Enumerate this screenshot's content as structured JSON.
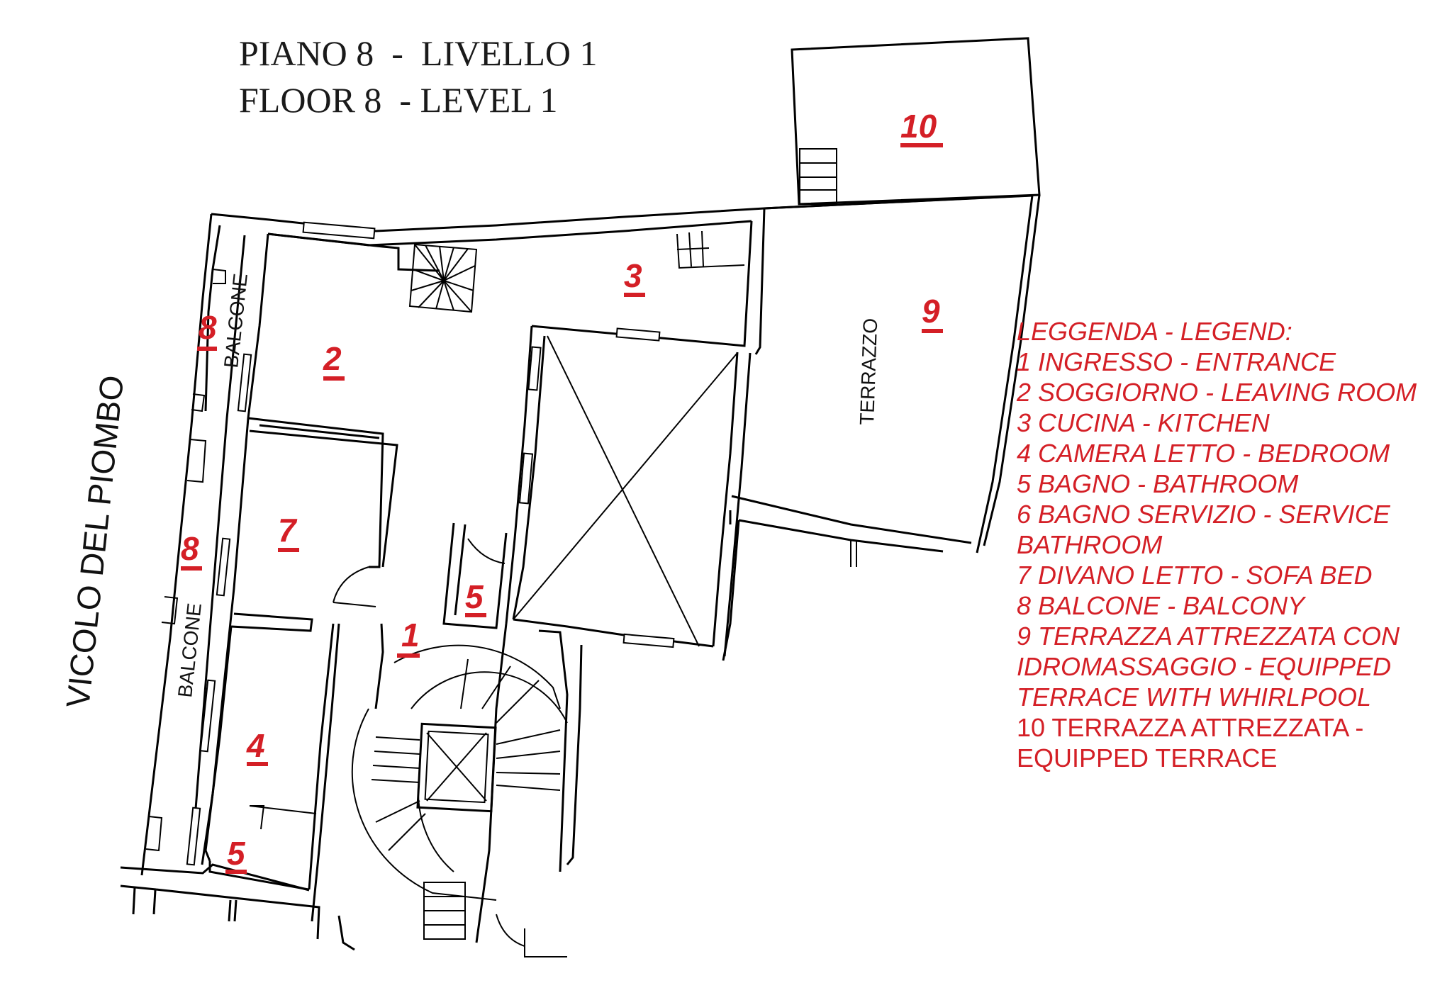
{
  "header": {
    "line1": "PIANO 8  -  LIVELLO 1",
    "line2": "FLOOR 8  - LEVEL 1"
  },
  "plan": {
    "street_label": "VICOLO DEL PIOMBO",
    "balcone_label_top": "BALCONE",
    "balcone_label_bottom": "BALCONE",
    "terrazzo_label": "TERRAZZO",
    "rooms": [
      {
        "num": "1",
        "name": "INGRESSO - ENTRANCE"
      },
      {
        "num": "2",
        "name": "SOGGIORNO - LEAVING ROOM"
      },
      {
        "num": "3",
        "name": "CUCINA - KITCHEN"
      },
      {
        "num": "4",
        "name": "CAMERA LETTO - BEDROOM"
      },
      {
        "num": "5",
        "name": "BAGNO - BATHROOM"
      },
      {
        "num": "5",
        "name": "BAGNO - BATHROOM"
      },
      {
        "num": "7",
        "name": "DIVANO LETTO - SOFA BED"
      },
      {
        "num": "8",
        "name": "BALCONE - BALCONY"
      },
      {
        "num": "8",
        "name": "BALCONE - BALCONY"
      },
      {
        "num": "9",
        "name": "TERRAZZA ATTREZZATA CON IDROMASSAGGIO"
      },
      {
        "num": "10",
        "name": "TERRAZZA ATTREZZATA"
      }
    ],
    "accent_color": "#d41f26",
    "line_color": "#000000"
  },
  "legend": {
    "title": "LEGGENDA - LEGEND:",
    "lines": [
      "1 INGRESSO - ENTRANCE",
      "2 SOGGIORNO - LEAVING ROOM",
      "3 CUCINA - KITCHEN",
      "4 CAMERA LETTO - BEDROOM",
      "5 BAGNO - BATHROOM",
      "6 BAGNO SERVIZIO - SERVICE",
      "BATHROOM",
      "7 DIVANO LETTO - SOFA BED",
      "8 BALCONE - BALCONY",
      "9 TERRAZZA ATTREZZATA CON",
      "IDROMASSAGGIO - EQUIPPED",
      "TERRACE WITH WHIRLPOOL",
      "10 TERRAZZA ATTREZZATA -",
      "EQUIPPED TERRACE"
    ]
  }
}
